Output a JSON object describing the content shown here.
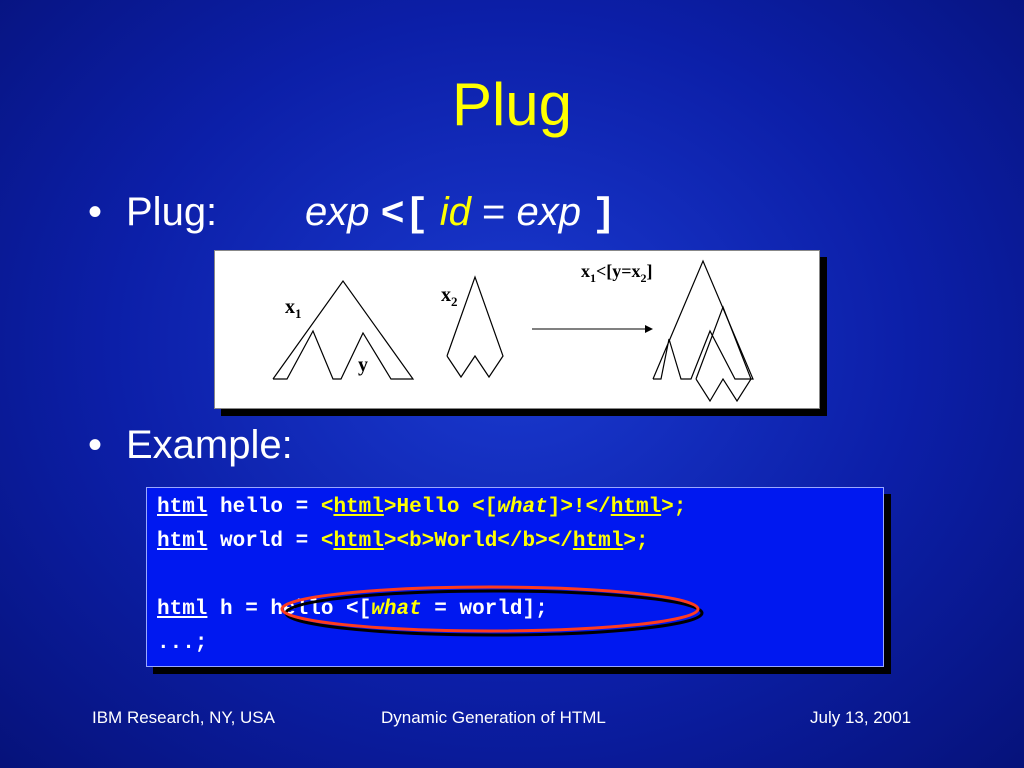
{
  "slide": {
    "title": "Plug",
    "bullet_char": "•"
  },
  "bullets": [
    {
      "label": "Plug:"
    },
    {
      "label": "Example:"
    }
  ],
  "formula": {
    "exp1": "exp",
    "lt": "<",
    "lbracket": "[",
    "id": "id",
    "eq": "=",
    "exp2": "exp",
    "rbracket": "]"
  },
  "diagram": {
    "tree1_label": "x",
    "tree1_sub": "1",
    "hole_label": "y",
    "tree2_label": "x",
    "tree2_sub": "2",
    "result_x1": "x",
    "result_sub1": "1",
    "result_mid": "<[y=x",
    "result_sub2": "2",
    "result_end": "]"
  },
  "code": {
    "line1": {
      "kw1": "html",
      "mid": " hello = ",
      "open_lt": "<",
      "kw2": "html",
      "gt_hello": ">Hello <[",
      "what": "what",
      "close1": "]>!</",
      "kw3": "html",
      "end": ">;"
    },
    "line2": {
      "kw1": "html",
      "mid": " world = ",
      "open_lt": "<",
      "kw2": "html",
      "rest": "><b>World</b></",
      "kw3": "html",
      "end": ">;"
    },
    "line3": {
      "kw1": "html",
      "mid": " h = hello <[",
      "what": "what",
      "end": " = world];"
    },
    "line4": {
      "text": "...;"
    }
  },
  "footer": {
    "left": "IBM Research, NY, USA",
    "center": "Dynamic Generation of HTML",
    "right": "July 13, 2001"
  },
  "colors": {
    "title": "#ffff00",
    "background": "#0c1fa8",
    "code_bg": "#0018f0",
    "highlight_ellipse": "#ff3b1f"
  }
}
